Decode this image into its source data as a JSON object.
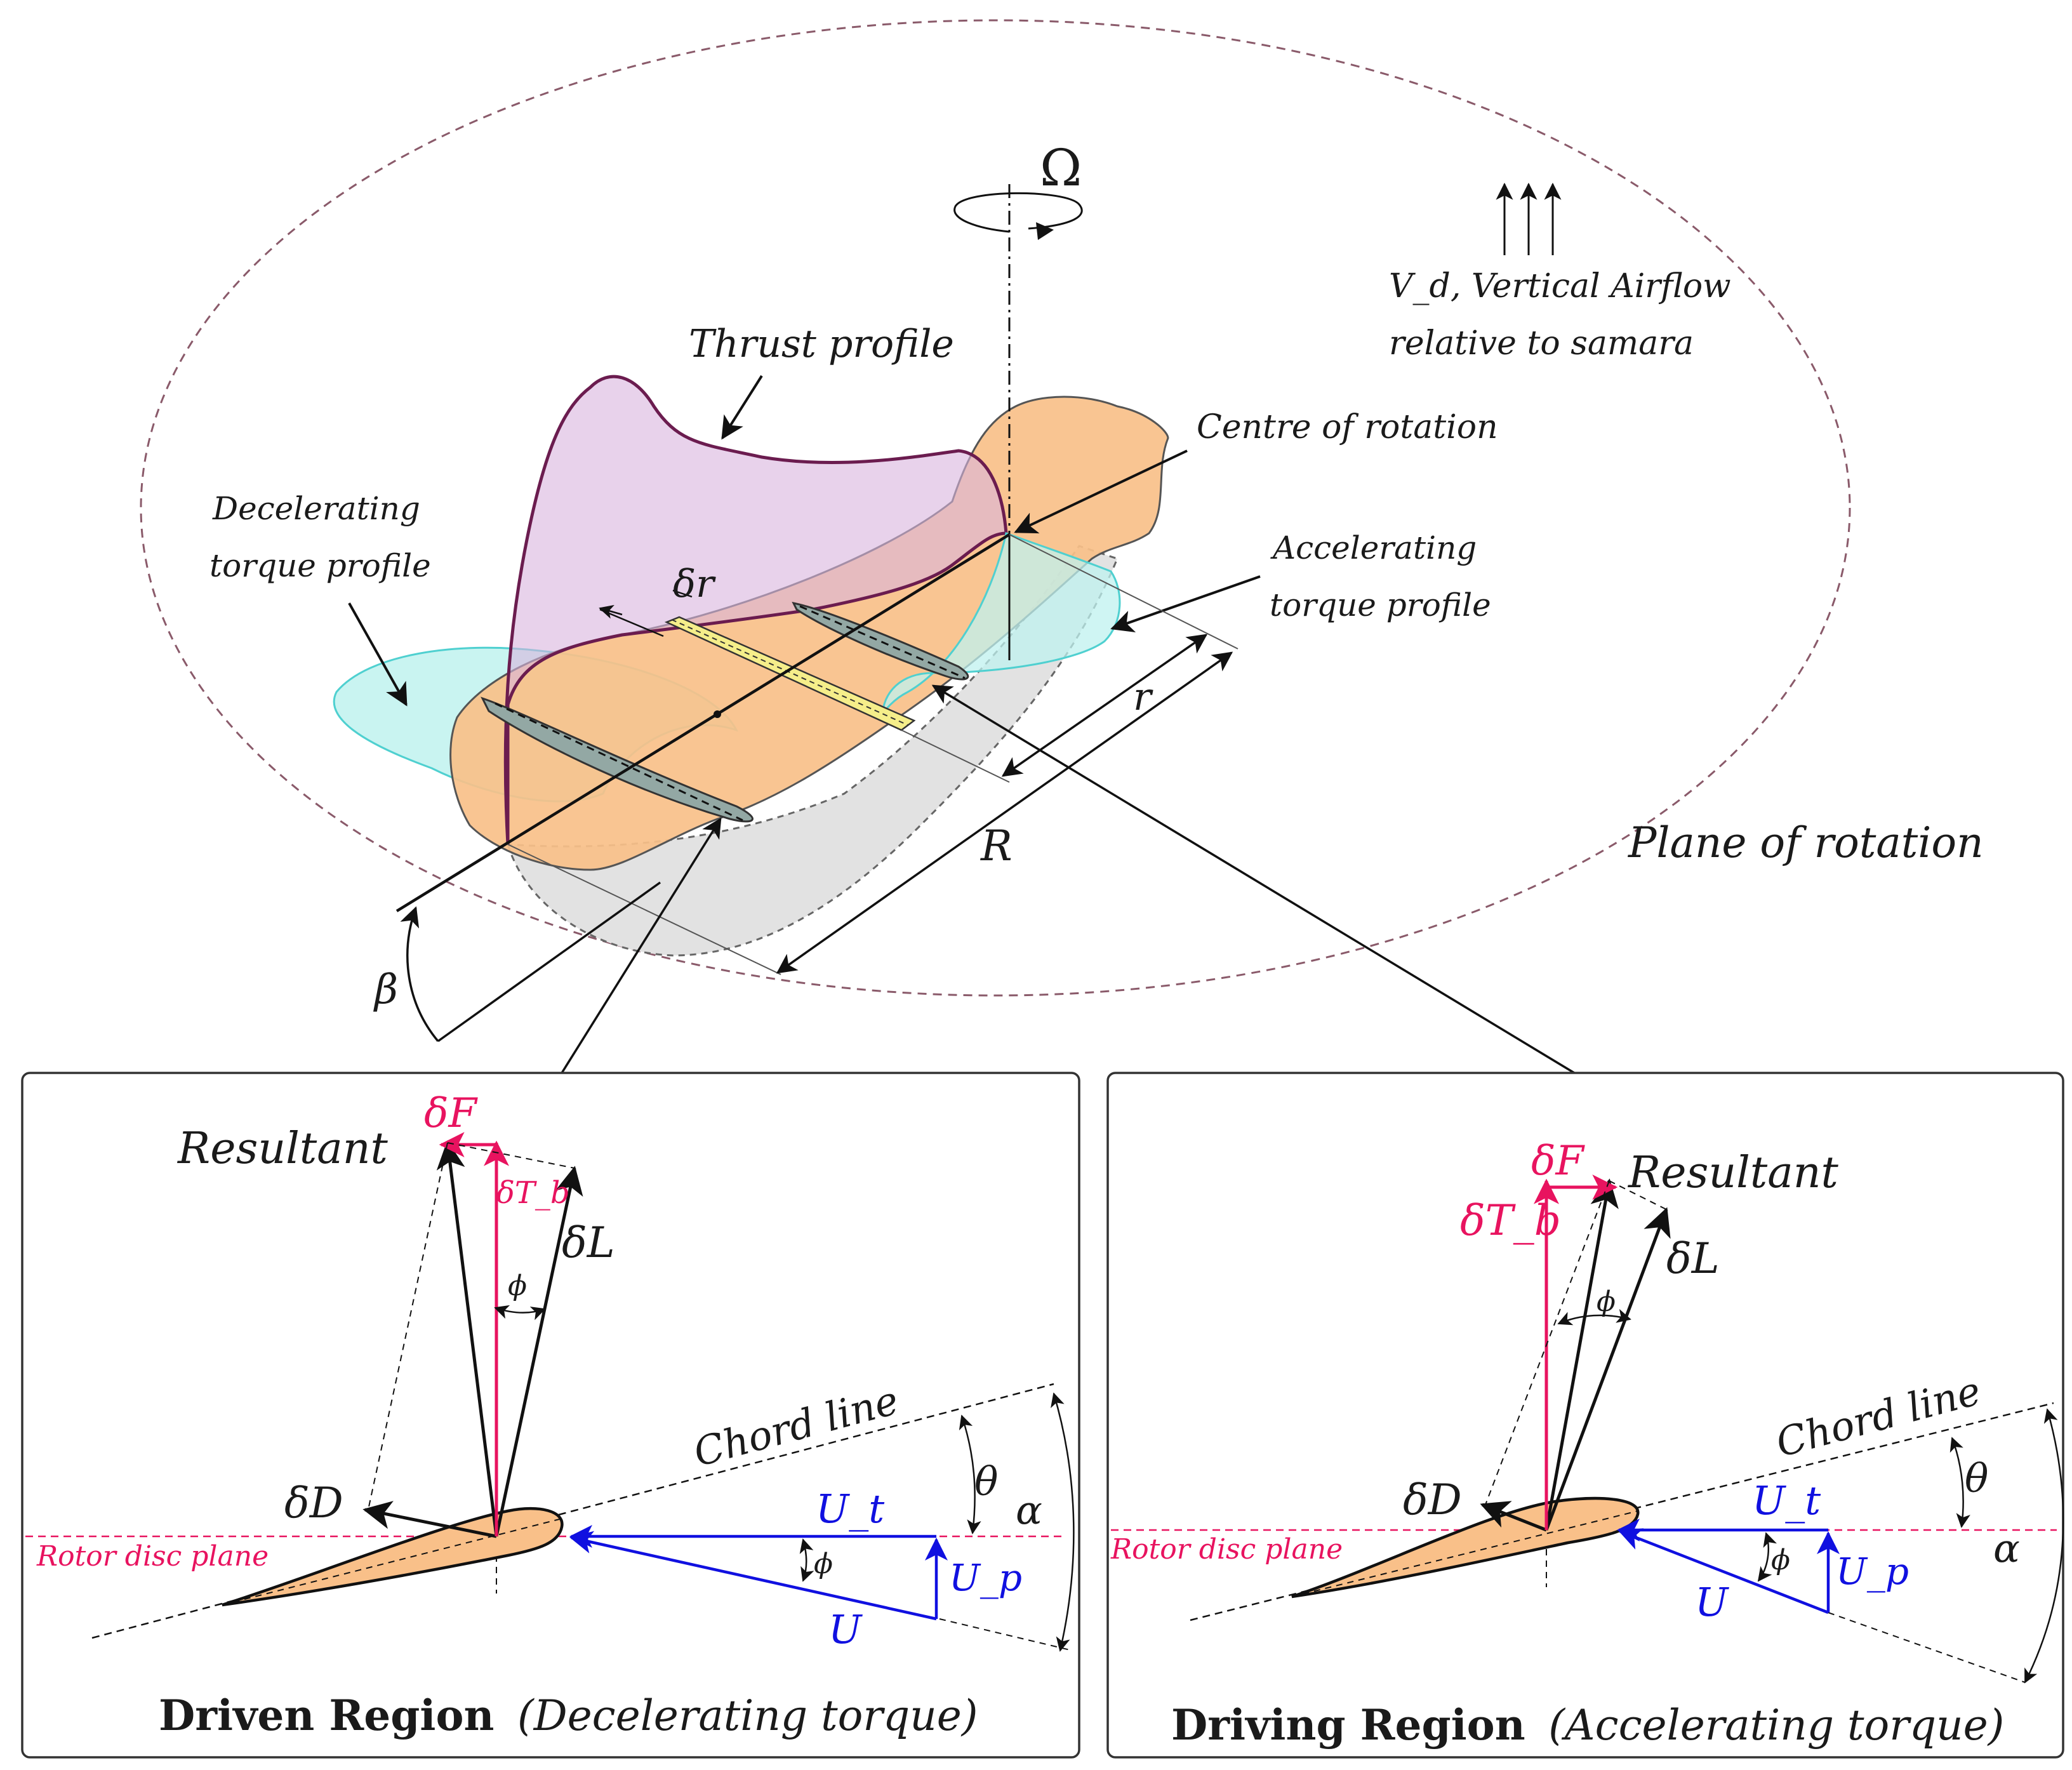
{
  "colors": {
    "blade": "#f9c089",
    "thrust_fill": "#e4cfe7",
    "thrust_stroke": "#6b1c4f",
    "torque_fill": "#bff2ef",
    "torque_stroke": "#4fd0d0",
    "shadow": "#e2e2e2",
    "strip": "#f5ee8a",
    "section": "#93a8a4",
    "magenta": "#e8135f",
    "blue": "#1010e0",
    "plane": "#8a5a6a"
  },
  "top": {
    "omega": "Ω",
    "vertical_airflow_line1": "V_d, Vertical Airflow",
    "vertical_airflow_line2": "relative to samara",
    "thrust_profile": "Thrust profile",
    "centre_of_rotation": "Centre of rotation",
    "decelerating_torque_line1": "Decelerating",
    "decelerating_torque_line2": "torque profile",
    "accelerating_torque_line1": "Accelerating",
    "accelerating_torque_line2": "torque profile",
    "delta_r": "δr",
    "r": "r",
    "R": "R",
    "plane_of_rotation": "Plane of rotation",
    "beta": "β"
  },
  "panels": [
    {
      "id": "driven",
      "title_bold": "Driven Region",
      "title_italic": "(Decelerating torque)",
      "resultant": "Resultant",
      "dF": "δF",
      "dTb": "δT_b",
      "dL": "δL",
      "dD": "δD",
      "phi_top": "ϕ",
      "chord_line": "Chord line",
      "theta": "θ",
      "alpha": "α",
      "Ut": "U_t",
      "Up": "U_p",
      "U": "U",
      "phi_bottom": "ϕ",
      "rotor_disc_plane": "Rotor disc plane"
    },
    {
      "id": "driving",
      "title_bold": "Driving Region",
      "title_italic": "(Accelerating torque)",
      "resultant": "Resultant",
      "dF": "δF",
      "dTb": "δT_b",
      "dL": "δL",
      "dD": "δD",
      "phi_top": "ϕ",
      "chord_line": "Chord line",
      "theta": "θ",
      "alpha": "α",
      "Ut": "U_t",
      "Up": "U_p",
      "U": "U",
      "phi_bottom": "ϕ",
      "rotor_disc_plane": "Rotor disc plane"
    }
  ]
}
